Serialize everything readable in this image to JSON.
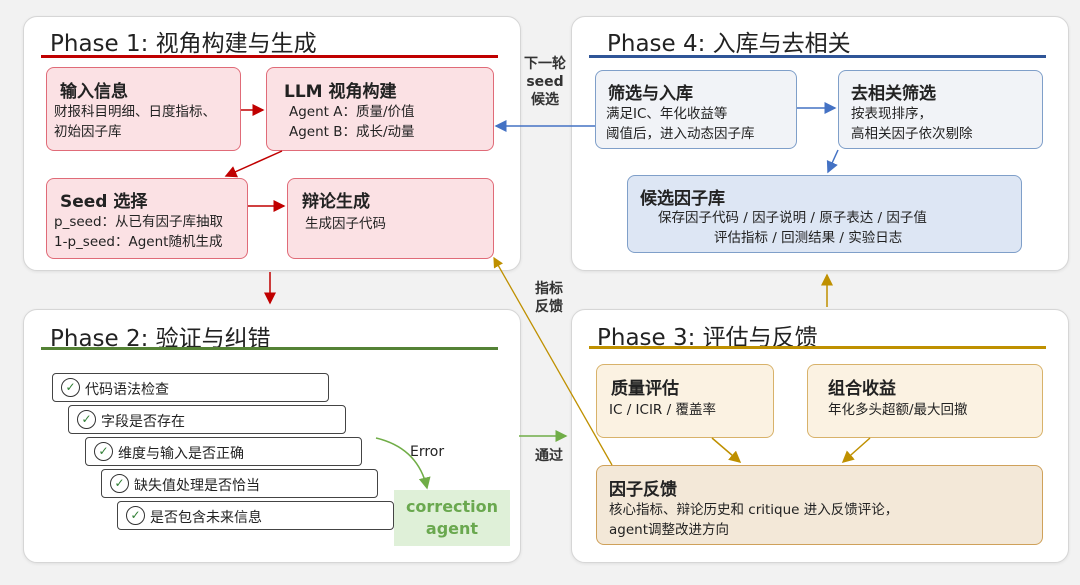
{
  "phase1": {
    "title": "Phase 1: 视角构建与生成",
    "input_title": "输入信息",
    "input_lines": [
      "财报科目明细、日度指标、",
      "初始因子库"
    ],
    "llm_title": "LLM 视角构建",
    "llm_lines": [
      "Agent A：质量/价值",
      "Agent B：成长/动量"
    ],
    "seed_title": "Seed 选择",
    "seed_lines": [
      "p_seed：从已有因子库抽取",
      "1-p_seed：Agent随机生成"
    ],
    "debate_title": "辩论生成",
    "debate_lines": [
      "生成因子代码"
    ]
  },
  "phase2": {
    "title": "Phase 2: 验证与纠错",
    "checks": [
      "代码语法检查",
      "字段是否存在",
      "维度与输入是否正确",
      "缺失值处理是否恰当",
      "是否包含未来信息"
    ],
    "error_label": "Error",
    "correction": [
      "correction",
      "agent"
    ]
  },
  "phase3": {
    "title": "Phase 3: 评估与反馈",
    "quality_title": "质量评估",
    "quality_lines": [
      "IC / ICIR / 覆盖率"
    ],
    "combo_title": "组合收益",
    "combo_lines": [
      "年化多头超额/最大回撤"
    ],
    "feedback_title": "因子反馈",
    "feedback_lines": [
      "核心指标、辩论历史和 critique 进入反馈评论，",
      "agent调整改进方向"
    ]
  },
  "phase4": {
    "title": "Phase 4: 入库与去相关",
    "filter_title": "筛选与入库",
    "filter_lines": [
      "满足IC、年化收益等",
      "阈值后，进入动态因子库"
    ],
    "decor_title": "去相关筛选",
    "decor_lines": [
      "按表现排序，",
      "高相关因子依次剔除"
    ],
    "cand_title": "候选因子库",
    "cand_lines": [
      "保存因子代码 / 因子说明 / 原子表达 / 因子值",
      "评估指标 / 回测结果 / 实验日志"
    ]
  },
  "links": {
    "seed_next": [
      "下一轮",
      "seed",
      "候选"
    ],
    "metric_feedback": [
      "指标",
      "反馈"
    ],
    "pass": "通过"
  },
  "colors": {
    "phase1": "#c00000",
    "phase2": "#548235",
    "phase3": "#bf9000",
    "phase4": "#2f5597"
  }
}
